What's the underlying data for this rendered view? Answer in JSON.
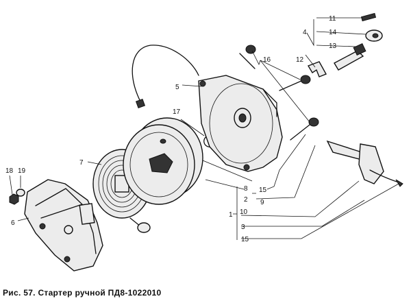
{
  "caption": "Рис. 57. Стартер ручной ПД8-1022010",
  "callouts": {
    "c1": "1",
    "c2": "2",
    "c3": "3",
    "c4": "4",
    "c5": "5",
    "c6": "6",
    "c7": "7",
    "c8": "8",
    "c9": "9",
    "c10": "10",
    "c11": "11",
    "c12": "12",
    "c13": "13",
    "c14": "14",
    "c15a": "15",
    "c15b": "15",
    "c16": "16",
    "c17": "17",
    "c18": "18",
    "c19": "19"
  }
}
